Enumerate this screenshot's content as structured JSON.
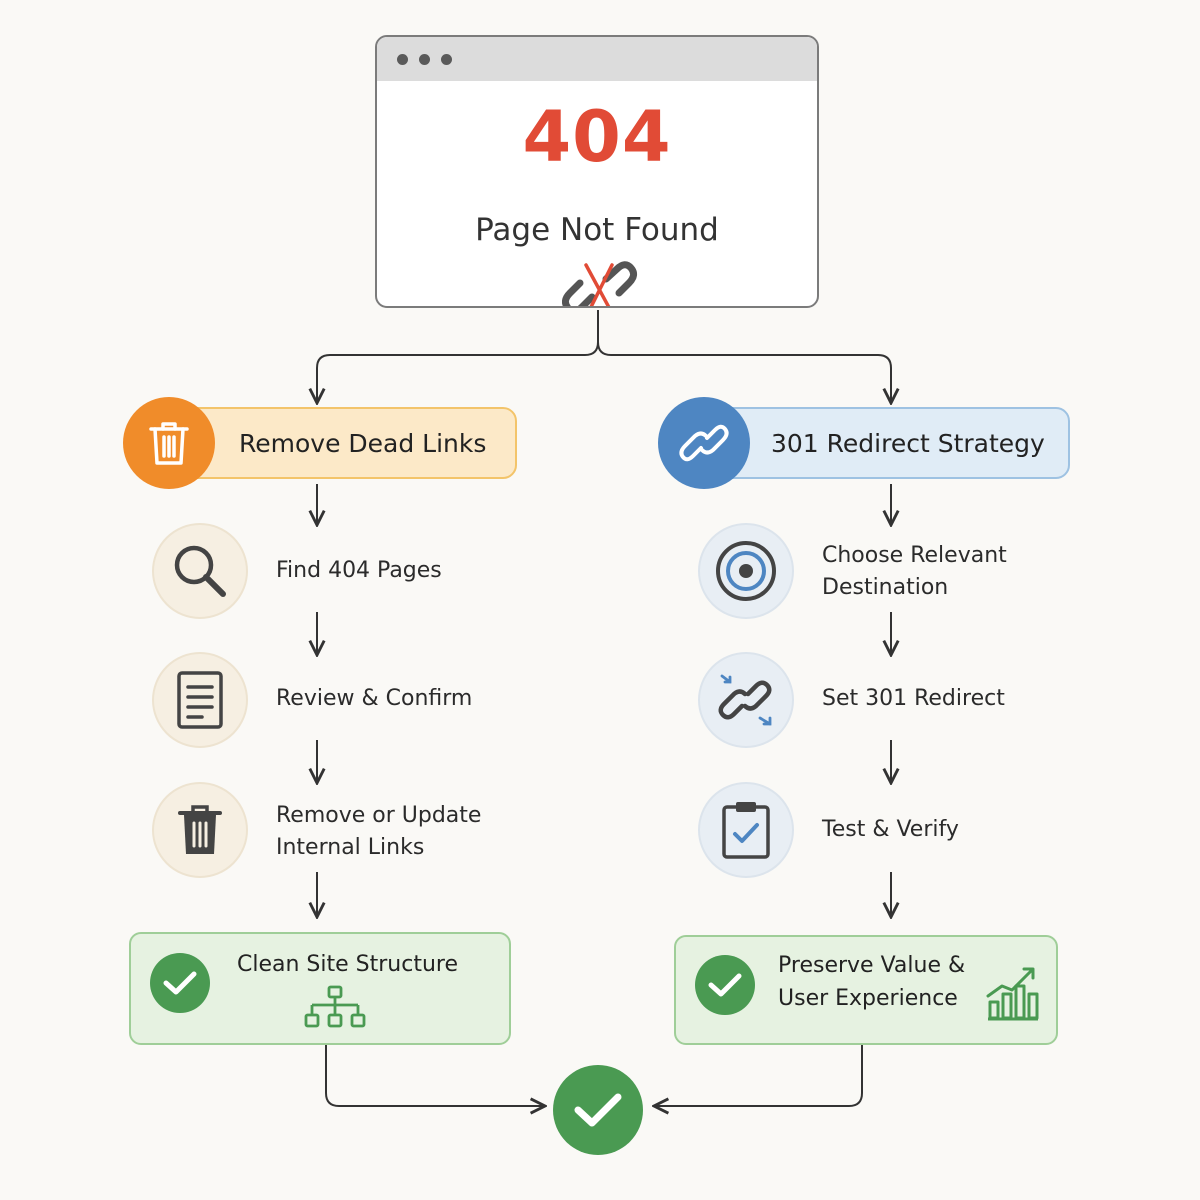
{
  "browser": {
    "code": "404",
    "message": "Page Not Found",
    "icons": {
      "window_dots": "window-dots-icon",
      "broken_link": "broken-link-icon"
    }
  },
  "left_branch": {
    "header": {
      "label": "Remove Dead Links",
      "icon": "trash-icon"
    },
    "steps": [
      {
        "label": "Find 404 Pages",
        "icon": "magnifier-icon"
      },
      {
        "label": "Review & Confirm",
        "icon": "document-icon"
      },
      {
        "label": "Remove or Update Internal Links",
        "icon": "trash-icon"
      }
    ],
    "result": {
      "label": "Clean Site Structure",
      "icons": [
        "check-icon",
        "sitemap-icon"
      ]
    }
  },
  "right_branch": {
    "header": {
      "label": "301 Redirect Strategy",
      "icon": "link-icon"
    },
    "steps": [
      {
        "label": "Choose Relevant Destination",
        "icon": "target-icon"
      },
      {
        "label": "Set 301 Redirect",
        "icon": "redirect-link-icon"
      },
      {
        "label": "Test & Verify",
        "icon": "clipboard-check-icon"
      }
    ],
    "result": {
      "label": "Preserve Value & User Experience",
      "icons": [
        "check-icon",
        "growth-chart-icon"
      ]
    }
  },
  "final": {
    "icon": "check-icon"
  },
  "colors": {
    "error_red": "#e14b36",
    "orange": "#f08c2a",
    "orange_light": "#fce9c8",
    "blue": "#4e86c2",
    "blue_light": "#e0ecf6",
    "green": "#4a9a52",
    "green_light": "#e6f2e1"
  }
}
